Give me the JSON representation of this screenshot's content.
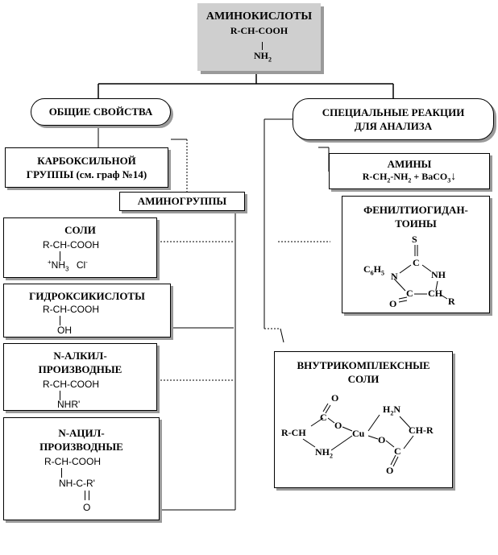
{
  "title": {
    "name": "АМИНОКИСЛОТЫ",
    "formula_line1": "R-CH-COOH",
    "formula_nh": "NH",
    "formula_nh_sub": "2"
  },
  "left_branch": {
    "label": "ОБЩИЕ СВОЙСТВА",
    "carboxyl": {
      "line1": "КАРБОКСИЛЬНОЙ",
      "line2": "ГРУППЫ (см. граф №14)"
    },
    "amino": {
      "label": "АМИНОГРУППЫ"
    },
    "salts": {
      "title": "СОЛИ",
      "line1": "R-CH-COOH",
      "plus": "+",
      "nh": "NH",
      "nh_sub": "3",
      "cl": "Cl",
      "cl_sup": "-"
    },
    "hydroxy": {
      "title": "ГИДРОКСИКИСЛОТЫ",
      "line1": "R-CH-COOH",
      "line2": "OH"
    },
    "alkyl": {
      "title1": "N-АЛКИЛ-",
      "title2": "ПРОИЗВОДНЫЕ",
      "line1": "R-CH-COOH",
      "line2": "NHR'"
    },
    "acyl": {
      "title1": "N-АЦИЛ-",
      "title2": "ПРОИЗВОДНЫЕ",
      "line1": "R-CH-COOH",
      "line2": "NH-C-R'",
      "line3": "O"
    }
  },
  "right_branch": {
    "label_line1": "СПЕЦИАЛЬНЫЕ РЕАКЦИИ",
    "label_line2": "ДЛЯ АНАЛИЗА",
    "amines": {
      "title": "АМИНЫ",
      "f1": "R-CH",
      "s1": "2",
      "f2": "-NH",
      "s2": "2",
      "f3": " + BaCO",
      "s3": "3",
      "arrow": "↓"
    },
    "phenyl": {
      "title1": "ФЕНИЛТИОГИДАН-",
      "title2": "ТОИНЫ",
      "s": "S",
      "c6": "C",
      "c6_sub": "6",
      "h5": "H",
      "h5_sub": "5",
      "n1": "N",
      "c_top": "C",
      "nh": "NH",
      "c_bot": "C",
      "ch": "CH",
      "o": "O",
      "r": "R"
    },
    "chelate": {
      "title1": "ВНУТРИКОМПЛЕКСНЫЕ",
      "title2": "СОЛИ",
      "o_top": "O",
      "c_left": "C",
      "o_left": "O",
      "rch": "R-CH",
      "nh2_left": "NH",
      "nh2_left_sub": "2",
      "cu": "Cu",
      "h2n": "H",
      "h2n_sub": "2",
      "h2n_n": "N",
      "o_right": "O",
      "chr": "CH-R",
      "c_right": "C",
      "o_bottom": "O"
    }
  }
}
